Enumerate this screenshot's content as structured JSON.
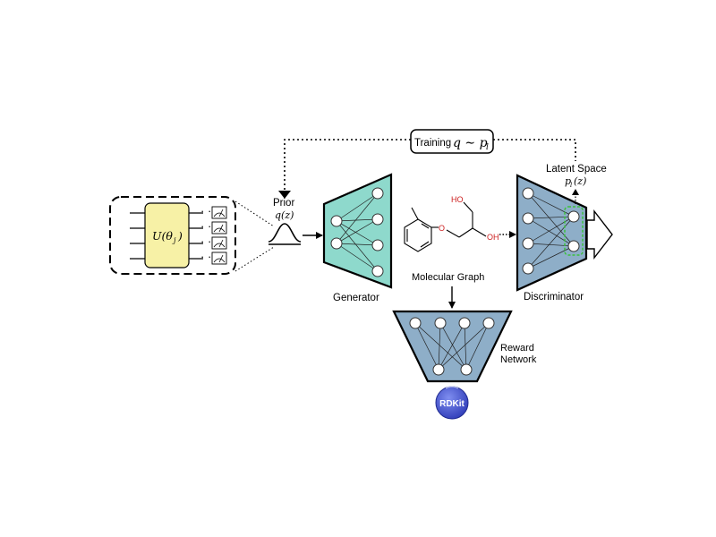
{
  "labels": {
    "training_text": "Training",
    "training_math": "q ∼ p",
    "training_math_sub": "l",
    "prior": "Prior",
    "prior_math": "q(z)",
    "circuit_gate": "U(θ",
    "circuit_gate_sub": "j",
    "circuit_gate_close": ")",
    "generator": "Generator",
    "molecular_graph": "Molecular Graph",
    "latent_space": "Latent Space",
    "latent_math": "p",
    "latent_math_sub": "l",
    "latent_math_arg": "(z)",
    "discriminator": "Discriminator",
    "reward_line1": "Reward",
    "reward_line2": "Network",
    "rdkit": "RDKit",
    "atom_ho": "HO",
    "atom_oh": "OH",
    "atom_o": "O"
  },
  "colors": {
    "generator_fill": "#8ed9cc",
    "discriminator_fill": "#8eaec8",
    "reward_fill": "#8eaec8",
    "circuit_gate_fill": "#f7f1a6",
    "rdkit_fill": "#3d4ed0",
    "latent_highlight": "#3cc13c",
    "heteroatom": "#cc1f1f"
  },
  "icons": {
    "measurement": "measurement-meter-icon",
    "prior_distribution": "gaussian-curve-icon",
    "rdkit": "rdkit-logo-icon"
  }
}
